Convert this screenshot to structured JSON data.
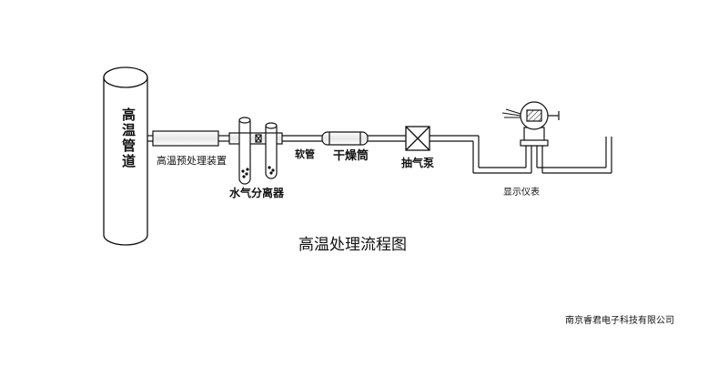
{
  "diagram": {
    "title": "高温处理流程图",
    "labels": {
      "pipe": "高温管道",
      "pretreatment": "高温预处理装置",
      "water_separator": "水气分离器",
      "hose": "软管",
      "dryer": "干燥筒",
      "pump": "抽气泵",
      "display": "显示仪表"
    },
    "company": "南京睿君电子科技有限公司",
    "colors": {
      "stroke": "#111111",
      "background": "#ffffff",
      "fill_light": "#f2f2f2"
    }
  }
}
